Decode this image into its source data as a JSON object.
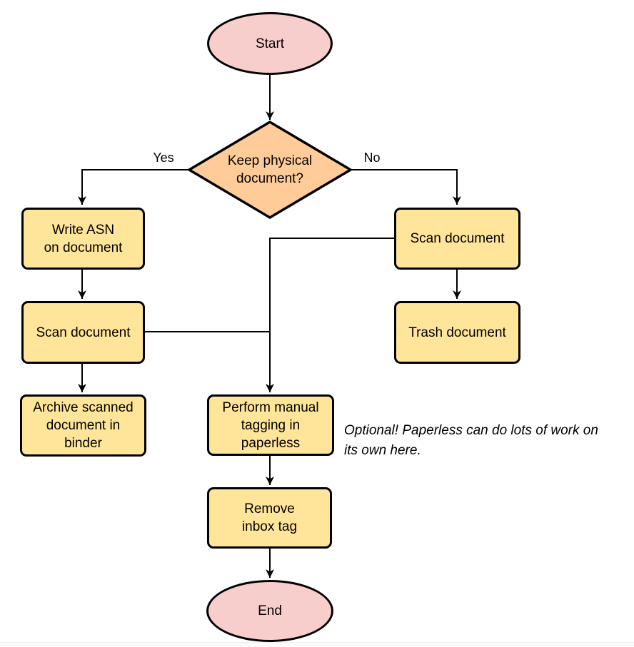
{
  "diagram": {
    "type": "flowchart",
    "colors": {
      "terminal_fill": "#f8cecc",
      "process_fill": "#ffe599",
      "decision_fill": "#ffcc99",
      "stroke": "#000000",
      "background": "#ffffff"
    },
    "nodes": {
      "start": {
        "label": "Start",
        "shape": "ellipse"
      },
      "decision": {
        "label": "Keep physical\ndocument?",
        "shape": "diamond"
      },
      "write_asn": {
        "label": "Write ASN\non document",
        "shape": "rect"
      },
      "scan_left": {
        "label": "Scan document",
        "shape": "rect"
      },
      "archive": {
        "label": "Archive scanned\ndocument in\nbinder",
        "shape": "rect"
      },
      "scan_right": {
        "label": "Scan document",
        "shape": "rect"
      },
      "trash": {
        "label": "Trash document",
        "shape": "rect"
      },
      "tagging": {
        "label": "Perform manual\ntagging in\npaperless",
        "shape": "rect"
      },
      "remove_inbox": {
        "label": "Remove\ninbox tag",
        "shape": "rect"
      },
      "end": {
        "label": "End",
        "shape": "ellipse"
      }
    },
    "edge_labels": {
      "yes": "Yes",
      "no": "No"
    },
    "annotation": {
      "text": "Optional! Paperless can do lots of work on\nits own here."
    }
  }
}
